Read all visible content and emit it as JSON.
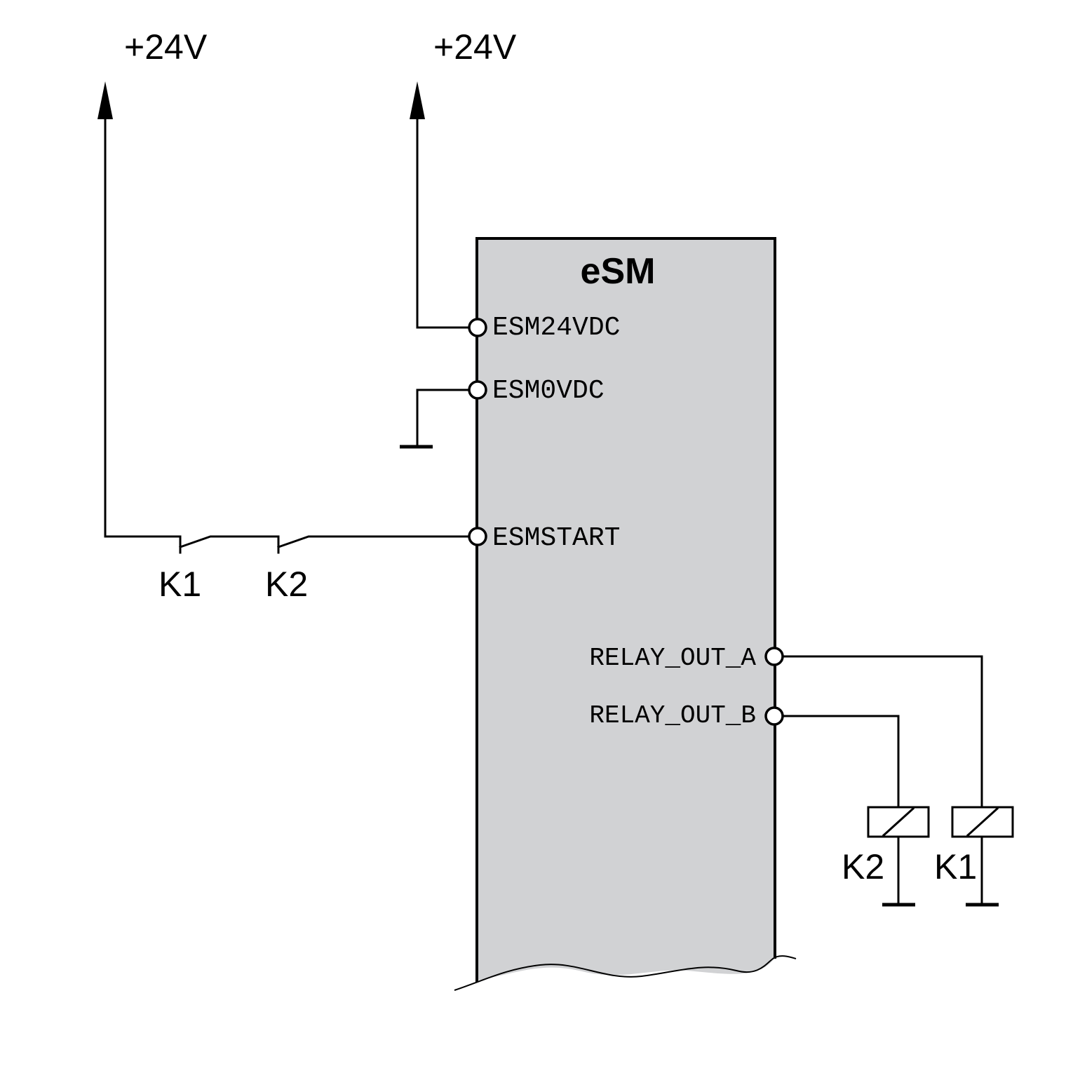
{
  "colors": {
    "module_fill": "#d1d2d4",
    "line": "#000000",
    "background": "#ffffff"
  },
  "supplies": [
    {
      "label": "+24V"
    },
    {
      "label": "+24V"
    }
  ],
  "module": {
    "title": "eSM",
    "terminals": {
      "esm24vdc": "ESM24VDC",
      "esm0vdc": "ESM0VDC",
      "esmstart": "ESMSTART",
      "relay_out_a": "RELAY_OUT_A",
      "relay_out_b": "RELAY_OUT_B"
    }
  },
  "contacts": [
    {
      "label": "K1"
    },
    {
      "label": "K2"
    }
  ],
  "coils": [
    {
      "label": "K2"
    },
    {
      "label": "K1"
    }
  ]
}
